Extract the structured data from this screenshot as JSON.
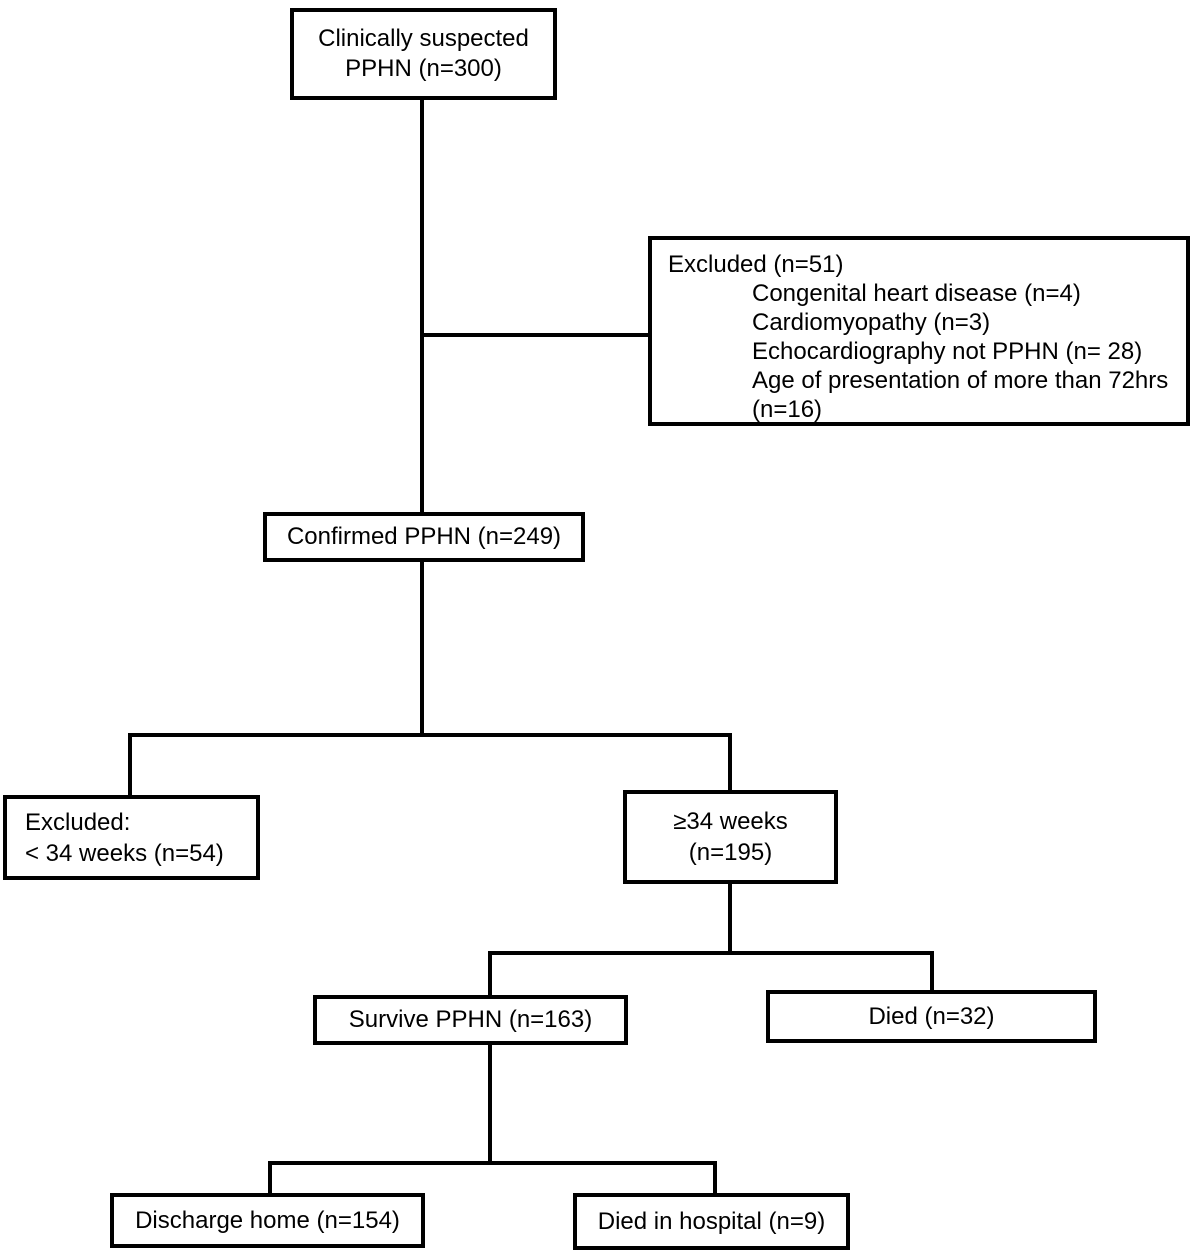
{
  "flowchart": {
    "description": "Patient flow diagram for clinically suspected PPHN",
    "colors": {
      "line": "#000000",
      "text": "#000000",
      "background": "#ffffff"
    },
    "nodes": {
      "suspected": {
        "lines": [
          "Clinically suspected",
          "PPHN (n=300)"
        ]
      },
      "excluded_initial": {
        "heading": "Excluded (n=51)",
        "items": [
          "Congenital heart disease (n=4)",
          "Cardiomyopathy (n=3)",
          "Echocardiography not PPHN (n= 28)",
          "Age of presentation of more than 72hrs (n=16)"
        ]
      },
      "confirmed": {
        "label": "Confirmed PPHN (n=249)"
      },
      "excluded_preterm": {
        "lines": [
          "Excluded:",
          "< 34 weeks (n=54)"
        ]
      },
      "term_ge34": {
        "lines": [
          "≥34 weeks",
          "(n=195)"
        ]
      },
      "survive": {
        "label": "Survive PPHN (n=163)"
      },
      "died": {
        "label": "Died (n=32)"
      },
      "discharge_home": {
        "label": "Discharge home (n=154)"
      },
      "died_in_hospital": {
        "label": "Died in hospital (n=9)"
      }
    }
  }
}
